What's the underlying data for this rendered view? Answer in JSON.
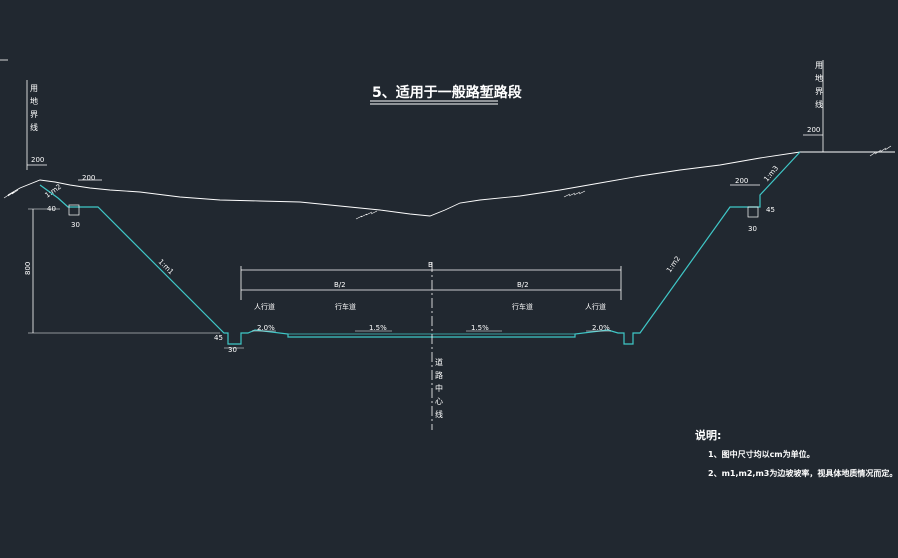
{
  "title": "5、适用于一般路堑路段",
  "left_boundary": "用地界线",
  "right_boundary": "用地界线",
  "centerline": "道路中心线",
  "dims": {
    "left_200": "200",
    "left_ditch_200": "200",
    "right_200": "200",
    "right_ditch_200": "200",
    "height_800": "800",
    "ditch_30_left": "30",
    "ditch_30_right": "30",
    "ditch_30_bottom": "30",
    "small_40": "40",
    "small_45_left": "45",
    "small_45_right": "45",
    "B": "B",
    "B_half_left": "B/2",
    "B_half_right": "B/2"
  },
  "slopes": {
    "left_top": "1:m2",
    "left_main": "1:m1",
    "right_main": "1:m2",
    "right_top": "1:m3"
  },
  "lanes": {
    "sidewalk_left": "人行道",
    "carriageway_left": "行车道",
    "carriageway_right": "行车道",
    "sidewalk_right": "人行道"
  },
  "grades": {
    "left_sidewalk": "2.0%",
    "left_road": "1.5%",
    "right_road": "1.5%",
    "right_sidewalk": "2.0%"
  },
  "notes": {
    "heading": "说明:",
    "items": [
      "1、图中尺寸均以cm为单位。",
      "2、m1,m2,m3为边坡坡率，视具体地质情况而定。"
    ]
  }
}
